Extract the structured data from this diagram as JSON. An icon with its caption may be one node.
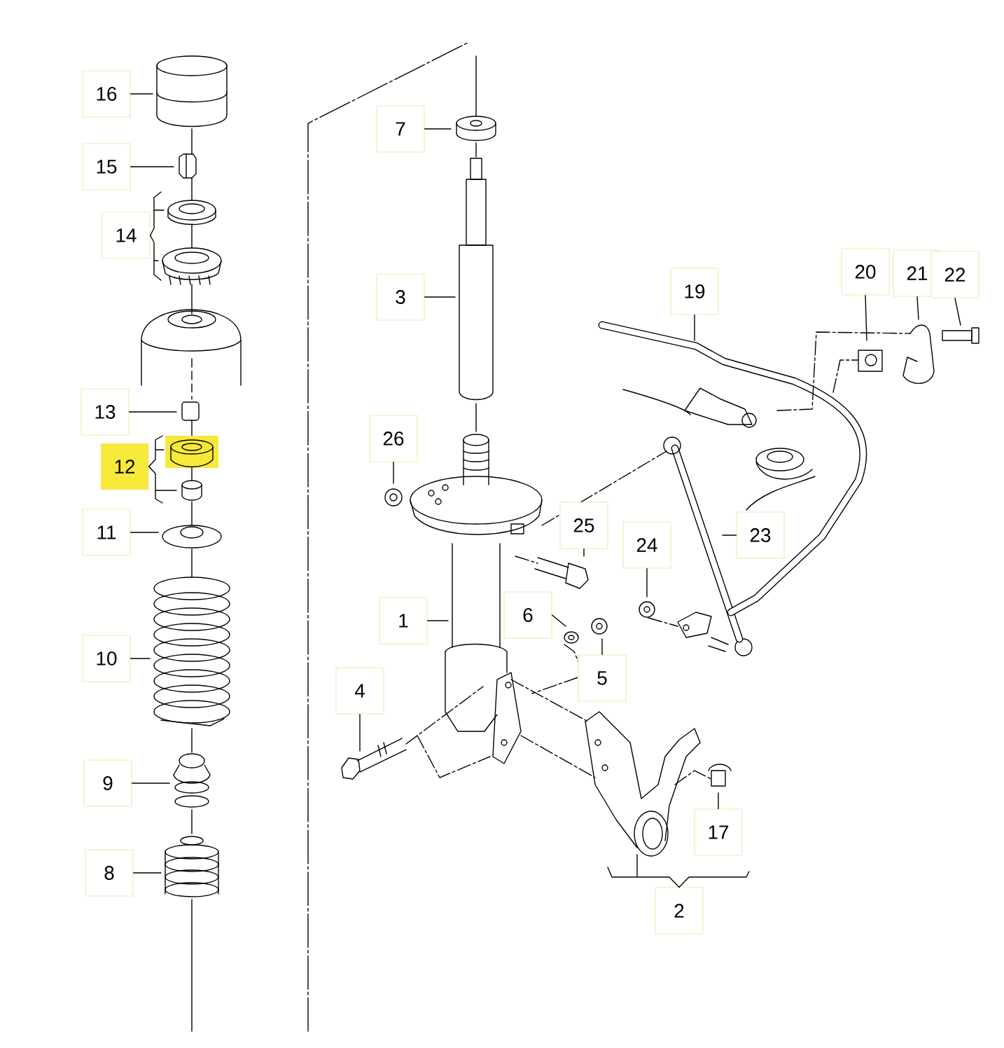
{
  "diagram": {
    "nodes": [
      {
        "text": [
          "16"
        ]
      },
      {
        "text": [
          "15"
        ]
      },
      {
        "text": [
          "14"
        ]
      },
      {
        "text": [
          "13"
        ]
      },
      {
        "text": [
          "12"
        ]
      },
      {
        "text": [
          "11"
        ]
      },
      {
        "text": [
          "10"
        ]
      },
      {
        "text": [
          "9"
        ]
      },
      {
        "text": [
          "8"
        ]
      },
      {
        "text": [
          "7"
        ]
      },
      {
        "text": [
          "3"
        ]
      },
      {
        "text": [
          "26"
        ]
      },
      {
        "text": [
          "1"
        ]
      },
      {
        "text": [
          "6"
        ]
      },
      {
        "text": [
          "25"
        ]
      },
      {
        "text": [
          "24"
        ]
      },
      {
        "text": [
          "5"
        ]
      },
      {
        "text": [
          "4"
        ]
      },
      {
        "text": [
          "17"
        ]
      },
      {
        "text": [
          "2"
        ]
      },
      {
        "text": [
          "19"
        ]
      },
      {
        "text": [
          "20"
        ]
      },
      {
        "text": [
          "21"
        ]
      },
      {
        "text": [
          "22"
        ]
      },
      {
        "text": [
          "23"
        ]
      }
    ],
    "edges": [
      {
        "from": 0,
        "to": null,
        "arrow": "none"
      },
      {
        "from": 1,
        "to": null,
        "arrow": "none"
      },
      {
        "from": 2,
        "to": null,
        "arrow": "none"
      },
      {
        "from": 2,
        "to": null,
        "arrow": "none"
      },
      {
        "from": 3,
        "to": null,
        "arrow": "none"
      },
      {
        "from": 4,
        "to": null,
        "arrow": "none"
      },
      {
        "from": 4,
        "to": null,
        "arrow": "none"
      },
      {
        "from": 5,
        "to": null,
        "arrow": "none"
      },
      {
        "from": 6,
        "to": null,
        "arrow": "none"
      },
      {
        "from": 7,
        "to": null,
        "arrow": "none"
      },
      {
        "from": 8,
        "to": null,
        "arrow": "none"
      },
      {
        "from": 9,
        "to": null,
        "arrow": "none"
      },
      {
        "from": 10,
        "to": null,
        "arrow": "none"
      },
      {
        "from": 11,
        "to": null,
        "arrow": "none"
      },
      {
        "from": 12,
        "to": null,
        "arrow": "none"
      },
      {
        "from": 13,
        "to": null,
        "arrow": "none"
      },
      {
        "from": 14,
        "to": null,
        "arrow": "none"
      },
      {
        "from": 15,
        "to": null,
        "arrow": "none"
      },
      {
        "from": 16,
        "to": null,
        "arrow": "none"
      },
      {
        "from": 17,
        "to": null,
        "arrow": "none"
      },
      {
        "from": 18,
        "to": null,
        "arrow": "none"
      },
      {
        "from": 19,
        "to": null,
        "arrow": "none"
      },
      {
        "from": 19,
        "to": null,
        "arrow": "none"
      },
      {
        "from": 20,
        "to": null,
        "arrow": "none"
      },
      {
        "from": 21,
        "to": null,
        "arrow": "none"
      },
      {
        "from": 22,
        "to": null,
        "arrow": "none"
      },
      {
        "from": 23,
        "to": null,
        "arrow": "none"
      },
      {
        "from": 24,
        "to": null,
        "arrow": "none"
      }
    ]
  }
}
